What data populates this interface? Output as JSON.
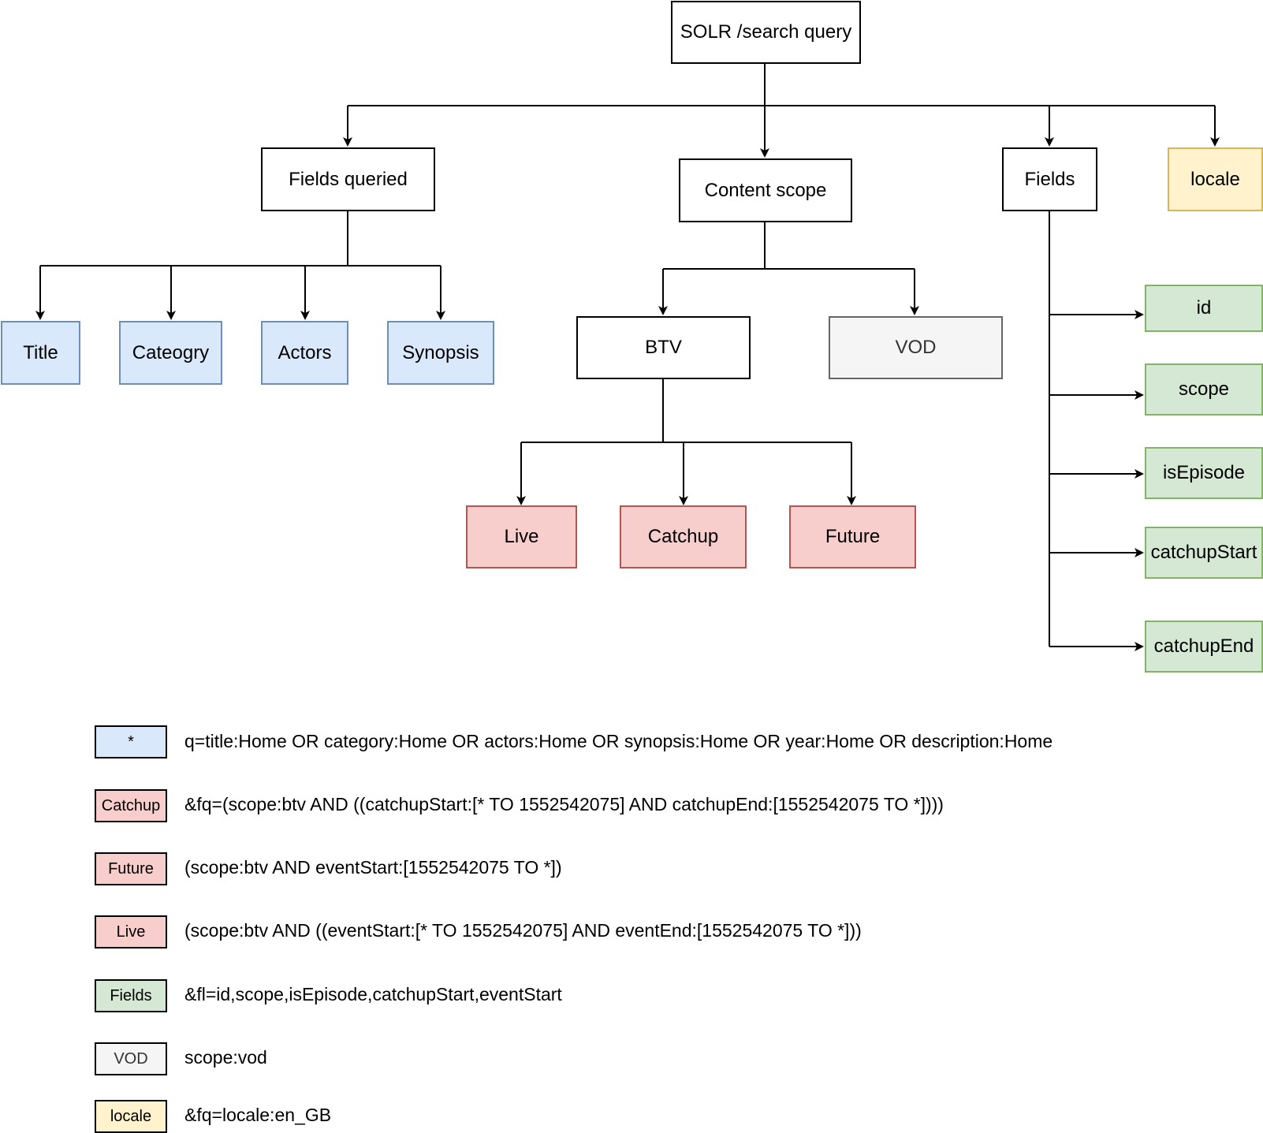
{
  "nodes": {
    "root": "SOLR /search query",
    "fields_queried": "Fields queried",
    "content_scope": "Content scope",
    "fields": "Fields",
    "locale": "locale",
    "title": "Title",
    "category": "Cateogry",
    "actors": "Actors",
    "synopsis": "Synopsis",
    "btv": "BTV",
    "vod": "VOD",
    "live": "Live",
    "catchup": "Catchup",
    "future": "Future",
    "id": "id",
    "scope": "scope",
    "is_episode": "isEpisode",
    "catchup_start": "catchupStart",
    "catchup_end": "catchupEnd"
  },
  "legend": [
    {
      "key": "*",
      "text": "q=title:Home OR category:Home OR actors:Home OR synopsis:Home OR year:Home OR description:Home",
      "color": "blue"
    },
    {
      "key": "Catchup",
      "text": "&fq=(scope:btv AND ((catchupStart:[* TO 1552542075] AND catchupEnd:[1552542075 TO *])))",
      "color": "red"
    },
    {
      "key": "Future",
      "text": "(scope:btv AND eventStart:[1552542075 TO *])",
      "color": "red"
    },
    {
      "key": "Live",
      "text": "(scope:btv AND ((eventStart:[* TO 1552542075] AND eventEnd:[1552542075 TO *]))",
      "color": "red"
    },
    {
      "key": "Fields",
      "text": "&fl=id,scope,isEpisode,catchupStart,eventStart",
      "color": "green"
    },
    {
      "key": "VOD",
      "text": "scope:vod",
      "color": "gray"
    },
    {
      "key": "locale",
      "text": "&fq=locale:en_GB",
      "color": "yellow"
    }
  ],
  "colors": {
    "blue": "#dae8fc",
    "red": "#f8cecc",
    "green": "#d5e8d4",
    "gray": "#f5f5f5",
    "yellow": "#fff2cc"
  }
}
